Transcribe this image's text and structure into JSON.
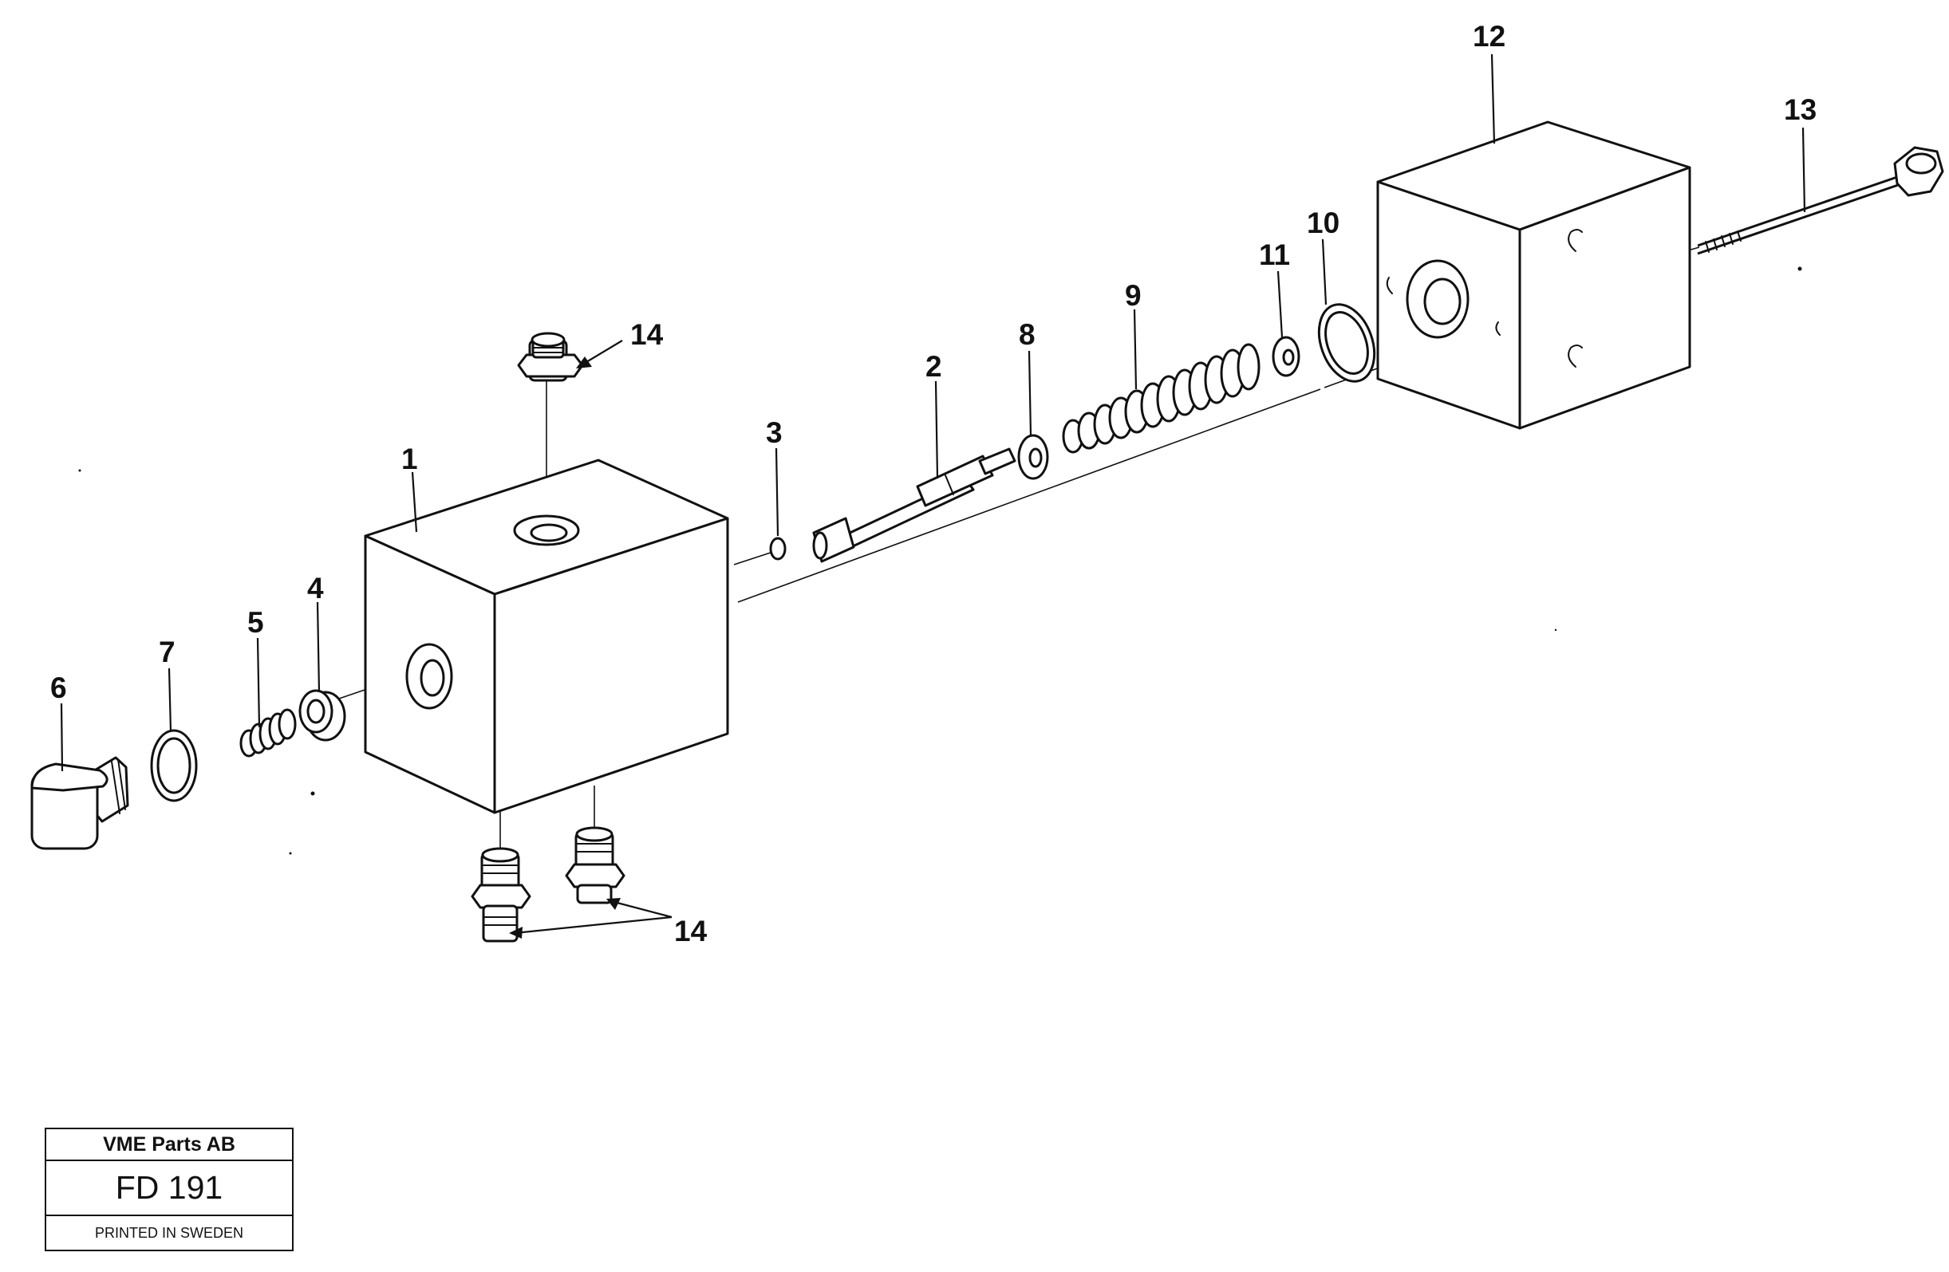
{
  "callouts": [
    {
      "id": "1",
      "label": "1"
    },
    {
      "id": "2",
      "label": "2"
    },
    {
      "id": "3",
      "label": "3"
    },
    {
      "id": "4",
      "label": "4"
    },
    {
      "id": "5",
      "label": "5"
    },
    {
      "id": "6",
      "label": "6"
    },
    {
      "id": "7",
      "label": "7"
    },
    {
      "id": "8",
      "label": "8"
    },
    {
      "id": "9",
      "label": "9"
    },
    {
      "id": "10",
      "label": "10"
    },
    {
      "id": "11",
      "label": "11"
    },
    {
      "id": "12",
      "label": "12"
    },
    {
      "id": "13",
      "label": "13"
    },
    {
      "id": "14a",
      "label": "14"
    },
    {
      "id": "14b",
      "label": "14"
    }
  ],
  "titleblock": {
    "company": "VME Parts AB",
    "document": "FD 191",
    "printed": "PRINTED IN SWEDEN"
  },
  "colors": {
    "ink": "#111111",
    "paper": "#ffffff"
  }
}
